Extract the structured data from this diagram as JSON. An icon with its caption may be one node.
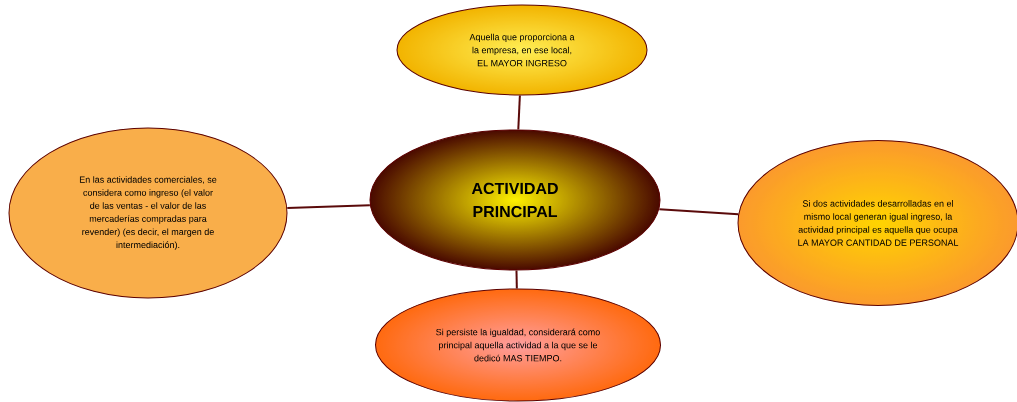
{
  "diagram": {
    "nodes": [
      {
        "text": [
          "Aquella que proporciona a la empresa, en ese local, EL MAYOR INGRESO"
        ]
      },
      {
        "text": [
          "En las actividades comerciales, se considera como ingreso (el valor de las ventas - el valor de las mercaderías compradas para revender) (es decir, el margen de intermediación)."
        ]
      },
      {
        "text": [
          "ACTIVIDAD PRINCIPAL"
        ]
      },
      {
        "text": [
          "Si dos actividades desarrolladas en el mismo local generan igual ingreso, la actividad principal es aquella que ocupa LA MAYOR CANTIDAD DE PERSONAL"
        ]
      },
      {
        "text": [
          "Si persiste la igualdad, considerará como principal aquella actividad a la que se le dedicó MAS TIEMPO."
        ]
      }
    ],
    "edges": [
      {
        "from": 0,
        "to": 2,
        "arrow": "none"
      },
      {
        "from": 1,
        "to": 2,
        "arrow": "none"
      },
      {
        "from": 2,
        "to": 3,
        "arrow": "none"
      },
      {
        "from": 2,
        "to": 4,
        "arrow": "none"
      }
    ]
  }
}
